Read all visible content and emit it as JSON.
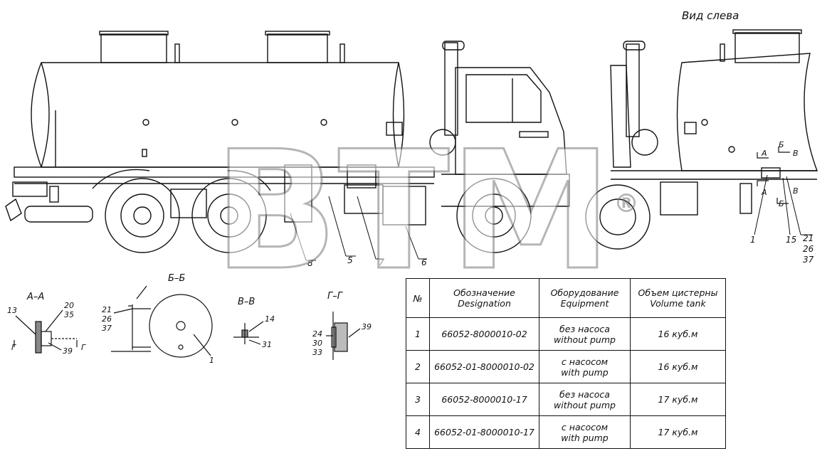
{
  "view_title": "Вид слева",
  "watermark": {
    "text": "ВТМ",
    "mark": "®",
    "color": "#9a9a9a"
  },
  "callouts": {
    "c1": "1",
    "c5": "5",
    "c6": "6",
    "c7": "7",
    "c8": "8",
    "c15": "15",
    "c21": "21",
    "c26": "26",
    "c37": "37"
  },
  "side_markers": {
    "a_top": "А",
    "b_top": "Б",
    "v_top": "В",
    "a_bot": "А",
    "b_bot": "Б",
    "v_bot": "В"
  },
  "sections": {
    "aa": {
      "title": "А–А",
      "c13": "13",
      "c20": "20",
      "c35": "35",
      "c39": "39",
      "g_left": "Г",
      "g_right": "Г"
    },
    "bb": {
      "title": "Б–Б",
      "c21": "21",
      "c26": "26",
      "c37": "37",
      "c1": "1"
    },
    "vv": {
      "title": "В–В",
      "c14": "14",
      "c31": "31"
    },
    "gg": {
      "title": "Г–Г",
      "c24": "24",
      "c30": "30",
      "c33": "33",
      "c39": "39"
    }
  },
  "table": {
    "headers": {
      "num": "№",
      "designation_ru": "Обозначение",
      "designation_en": "Designation",
      "equipment_ru": "Оборудование",
      "equipment_en": "Equipment",
      "volume_ru": "Объем цистерны",
      "volume_en": "Volume tank"
    },
    "rows": [
      {
        "num": "1",
        "designation": "66052-8000010-02",
        "equip_ru": "без насоса",
        "equip_en": "without pump",
        "volume": "16 куб.м"
      },
      {
        "num": "2",
        "designation": "66052-01-8000010-02",
        "equip_ru": "с насосом",
        "equip_en": "with pump",
        "volume": "16 куб.м"
      },
      {
        "num": "3",
        "designation": "66052-8000010-17",
        "equip_ru": "без насоса",
        "equip_en": "without pump",
        "volume": "17 куб.м"
      },
      {
        "num": "4",
        "designation": "66052-01-8000010-17",
        "equip_ru": "с насосом",
        "equip_en": "with pump",
        "volume": "17 куб.м"
      }
    ]
  }
}
